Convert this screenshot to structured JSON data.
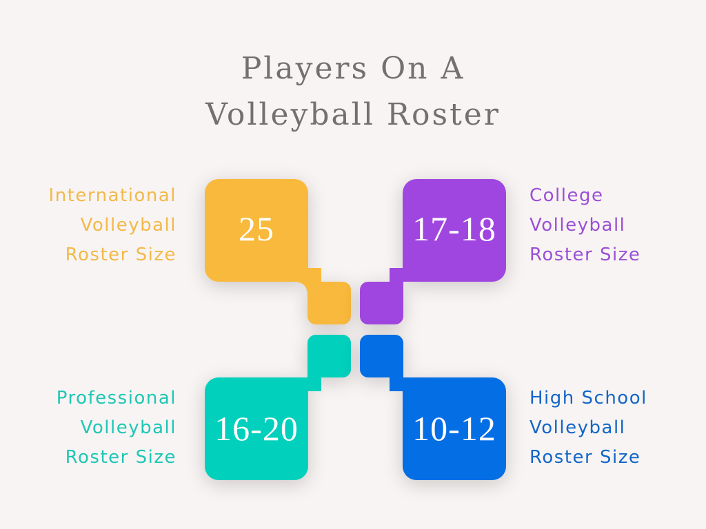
{
  "title": {
    "line1": "Players On A",
    "line2": "Volleyball Roster"
  },
  "colors": {
    "background": "#f8f4f3",
    "title": "#737070",
    "international": "#f9b93c",
    "college": "#a046e0",
    "professional": "#00d0bc",
    "high_school": "#046ee4"
  },
  "items": [
    {
      "key": "international",
      "value": "25",
      "label_lines": [
        "International",
        "Volleyball",
        "Roster Size"
      ],
      "label_color": "#f2b94a",
      "color": "#f9b93c"
    },
    {
      "key": "college",
      "value": "17-18",
      "label_lines": [
        "College",
        "Volleyball",
        "Roster Size"
      ],
      "label_color": "#9b4fd6",
      "color": "#a046e0"
    },
    {
      "key": "professional",
      "value": "16-20",
      "label_lines": [
        "Professional",
        "Volleyball",
        "Roster Size"
      ],
      "label_color": "#1ec7b5",
      "color": "#00d0bc"
    },
    {
      "key": "high_school",
      "value": "10-12",
      "label_lines": [
        "High School",
        "Volleyball",
        "Roster Size"
      ],
      "label_color": "#1366c8",
      "color": "#046ee4"
    }
  ]
}
